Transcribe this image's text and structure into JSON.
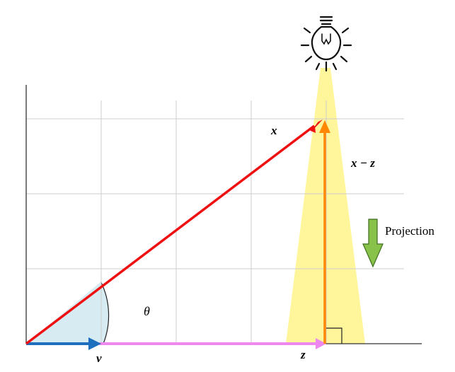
{
  "labels": {
    "x": "x",
    "x_minus_z": "x − z",
    "theta": "θ",
    "projection": "Projection",
    "v": "v",
    "z": "z"
  },
  "colors": {
    "x_vector": "#ee1111",
    "x_minus_z_vector": "#ff8800",
    "v_vector": "#1f6fbf",
    "z_vector": "#ee88ee",
    "light_beam": "#fff59a",
    "angle_fill": "#d7ebf2",
    "projection_arrow": "#88c24a",
    "grid": "#cccccc",
    "axes": "#333333"
  },
  "icons": {
    "light": "light-bulb-icon",
    "projection": "down-arrow-icon"
  }
}
